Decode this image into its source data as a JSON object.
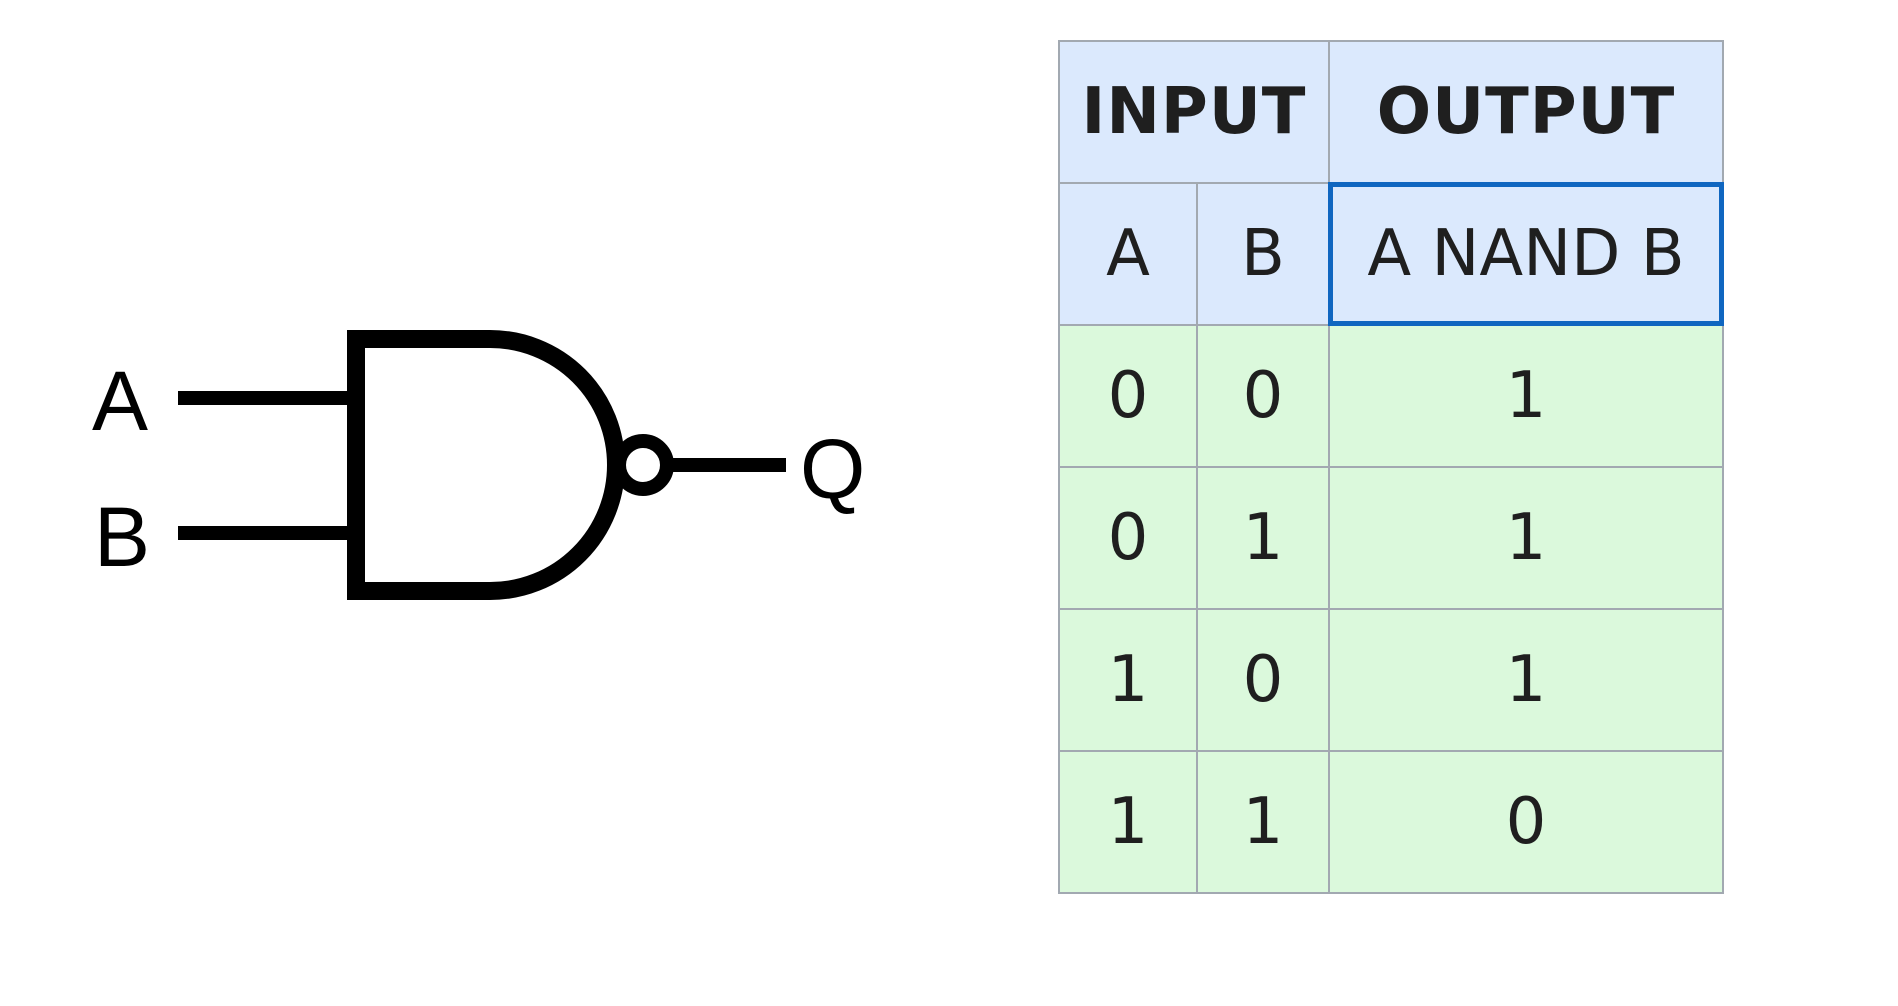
{
  "gate": {
    "type": "NAND",
    "input_a_label": "A",
    "input_b_label": "B",
    "output_label": "Q"
  },
  "table": {
    "group_headers": [
      "INPUT",
      "OUTPUT"
    ],
    "columns": [
      "A",
      "B",
      "A NAND B"
    ],
    "rows": [
      [
        "0",
        "0",
        "1"
      ],
      [
        "0",
        "1",
        "1"
      ],
      [
        "1",
        "0",
        "1"
      ],
      [
        "1",
        "1",
        "0"
      ]
    ]
  },
  "colors": {
    "header_bg": "#dbe9fd",
    "body_bg": "#dbf9dc",
    "border": "#a2a9b1",
    "highlight_border": "#0f66c0",
    "gate_stroke": "#000000"
  }
}
